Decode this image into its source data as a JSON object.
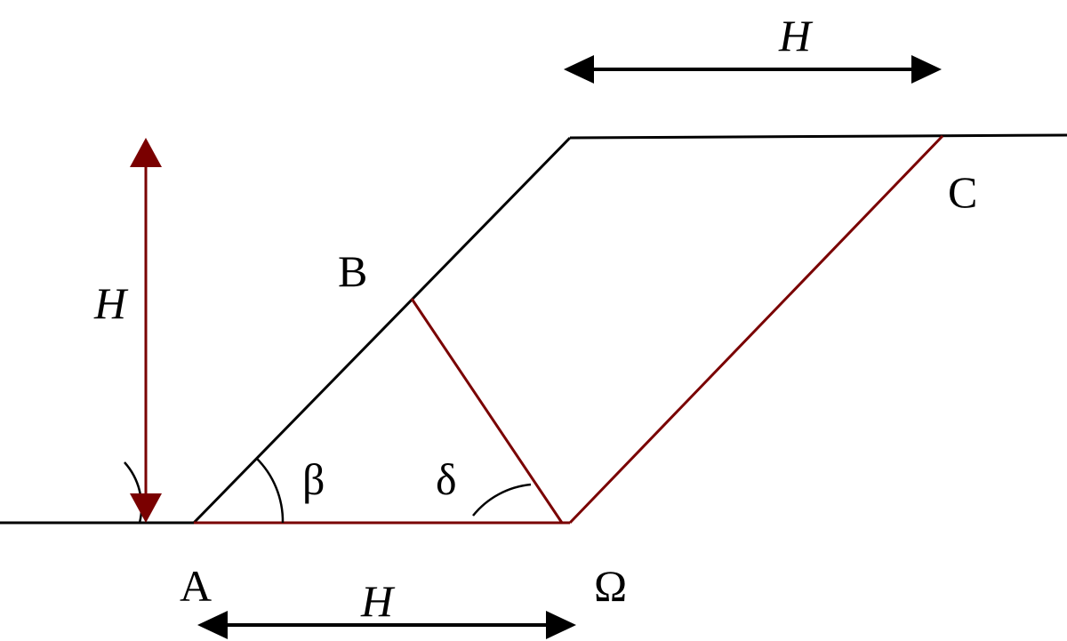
{
  "colors": {
    "line": "#000000",
    "accent": "#7a0000"
  },
  "labels": {
    "point_a": "A",
    "point_b": "B",
    "point_c": "C",
    "point_omega": "Ω",
    "angle_beta": "β",
    "angle_delta": "δ",
    "dim_top": "H",
    "dim_left": "H",
    "dim_bottom": "H"
  }
}
